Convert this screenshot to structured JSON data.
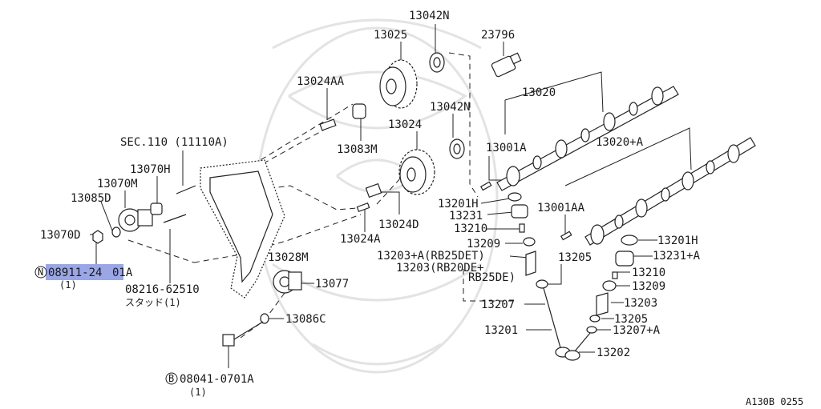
{
  "diagram": {
    "labels": {
      "p13042n_top": "13042N",
      "p13025": "13025",
      "p23796": "23796",
      "p13024aa": "13024AA",
      "p13020": "13020",
      "p13042n_mid": "13042N",
      "p13024": "13024",
      "p13083m": "13083M",
      "sec110": "SEC.110 (11110A)",
      "p13001a": "13001A",
      "p13020a": "13020+A",
      "p13070h": "13070H",
      "p13070m": "13070M",
      "p13085d": "13085D",
      "p13201h_left": "13201H",
      "p13024d": "13024D",
      "p13231": "13231",
      "p13001aa": "13001AA",
      "p13210_left": "13210",
      "p13070d": "13070D",
      "p13024a": "13024A",
      "p13209_left": "13209",
      "p13201h_right": "13201H",
      "p13028m": "13028M",
      "p13203a": "13203+A(RB25DET)",
      "p13205_top": "13205",
      "p13231a": "13231+A",
      "p13203": "13203(RB20DE+",
      "p13203_cont": "RB25DE)",
      "p08911_prefix": "08911-24",
      "p08911_suffix": "01A",
      "qty_n": "(1)",
      "p08216": "08216-62510",
      "stud_qty": "スタッド(1)",
      "p13077": "13077",
      "p13210_right": "13210",
      "p13209_right": "13209",
      "p13207": "13207",
      "p13203_right": "13203",
      "p13086c": "13086C",
      "p13205_right": "13205",
      "p13201": "13201",
      "p13207a": "13207+A",
      "p13202": "13202",
      "p08041": "08041-0701A",
      "qty_b": "(1)",
      "figure_code": "A130B 0255"
    },
    "symbols": {
      "n_symbol": "N",
      "b_symbol": "B"
    },
    "highlight_color": "#9aa6e6"
  }
}
